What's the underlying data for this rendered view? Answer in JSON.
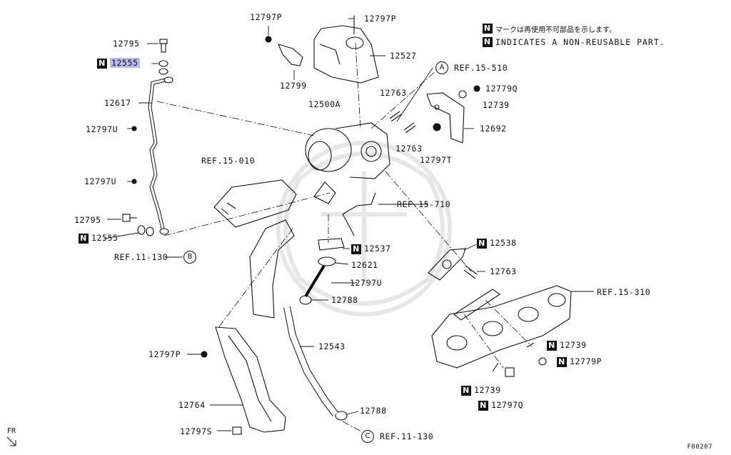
{
  "legend": {
    "jp_line": "マークは再使用不可部品を示します。",
    "en_line": "INDICATES A NON-REUSABLE PART.",
    "badge": "N"
  },
  "callouts": {
    "p12795_top": "12795",
    "p12555_top": "12555",
    "p12617": "12617",
    "p12797U_a": "12797U",
    "p12797U_b": "12797U",
    "p12795_bot": "12795",
    "p12555_bot": "12555",
    "ref_11_130_b": "REF.11-130",
    "p12797P_a": "12797P",
    "p12797P_b": "12797P",
    "p12527": "12527",
    "p12799": "12799",
    "ref_15_510": "REF.15-510",
    "p12763_a": "12763",
    "p12779Q": "12779Q",
    "p12500A": "12500A",
    "p12739_a": "12739",
    "p12692": "12692",
    "p12763_b": "12763",
    "p12797T": "12797T",
    "ref_15_010": "REF.15-010",
    "ref_15_710": "REF.15-710",
    "p12537": "12537",
    "p12538": "12538",
    "p12621": "12621",
    "p12763_c": "12763",
    "p12797U_c": "12797U",
    "ref_15_310": "REF.15-310",
    "p12788_a": "12788",
    "p12739_b": "12739",
    "p12797P_c": "12797P",
    "p12543": "12543",
    "p12779P": "12779P",
    "p12739_c": "12739",
    "p12797Q": "12797Q",
    "p12764": "12764",
    "p12788_b": "12788",
    "p12797S": "12797S",
    "ref_11_130_c": "REF.11-130"
  },
  "markers": {
    "a": "A",
    "b": "B",
    "c": "C"
  },
  "fr_label": "FR",
  "figure_code": "F00207",
  "colors": {
    "highlight": "#b9b9ea",
    "line": "#111111",
    "watermark": "#e4e4e4"
  }
}
